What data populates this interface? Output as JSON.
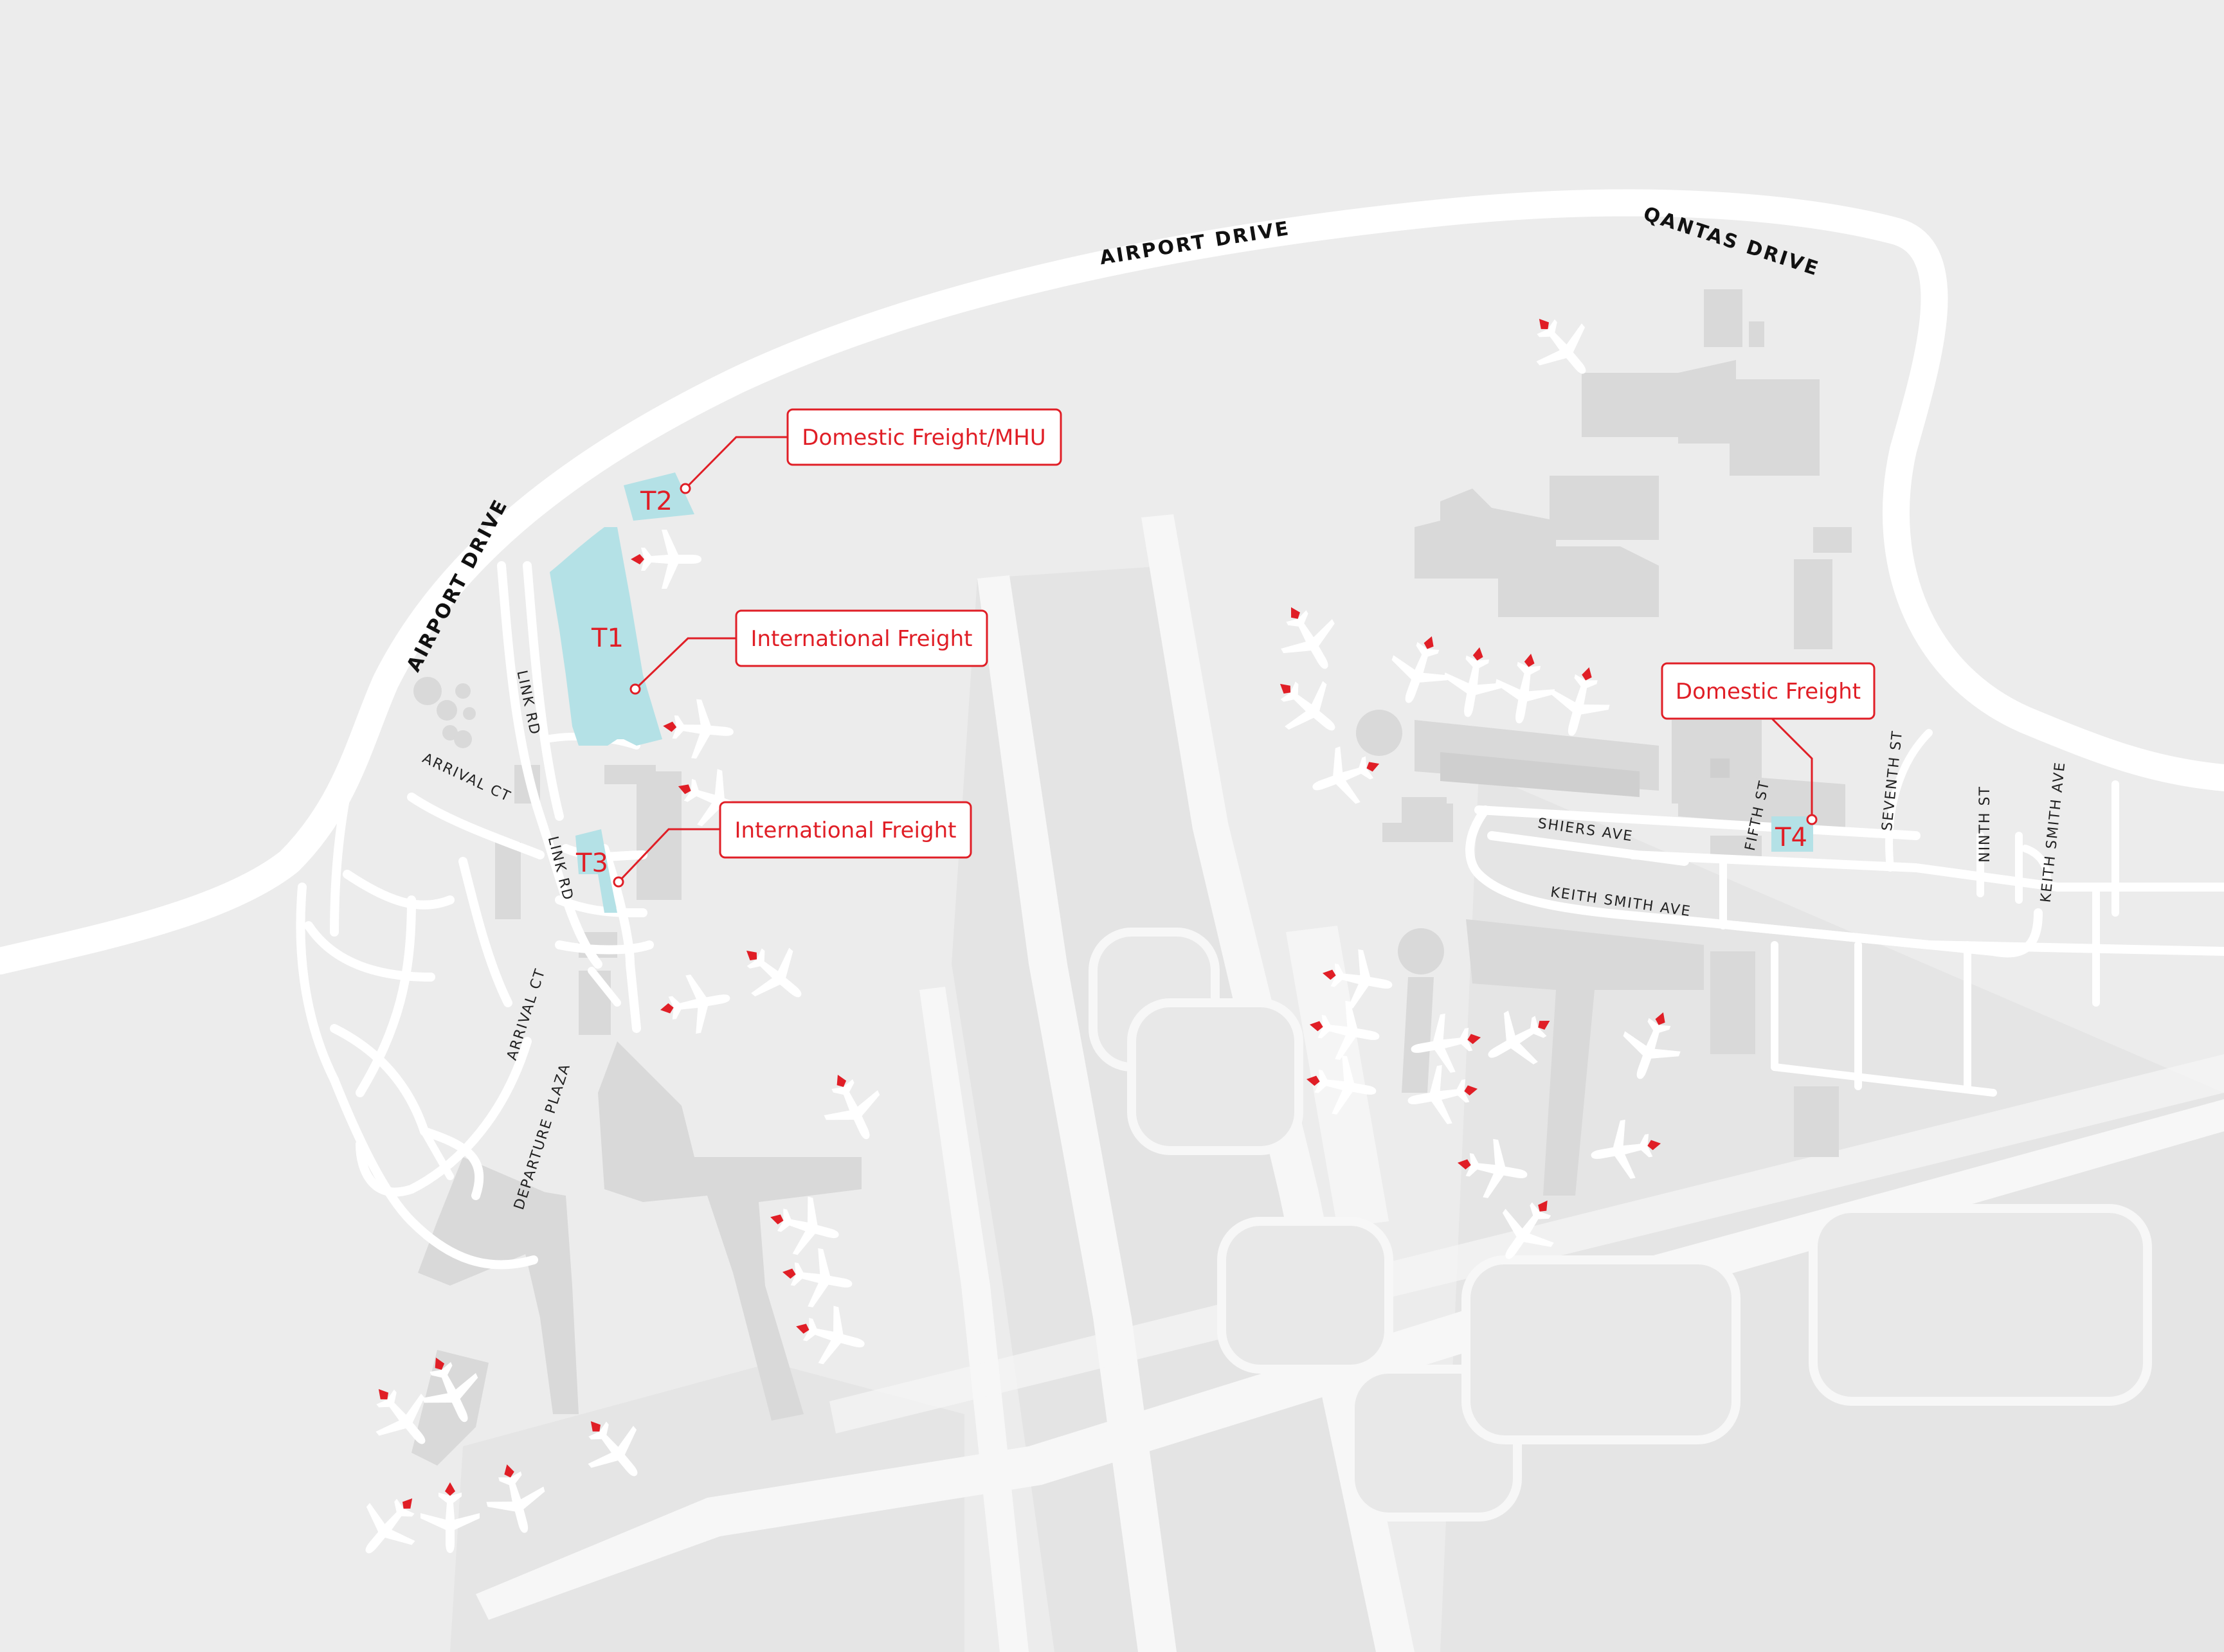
{
  "map": {
    "background_color": "#ececec",
    "accent_color": "#e01e26",
    "terminal_color": "#b4e1e6",
    "roads": [
      {
        "id": "airport-drive-north",
        "label": "AIRPORT DRIVE"
      },
      {
        "id": "airport-drive-west",
        "label": "AIRPORT DRIVE"
      },
      {
        "id": "qantas-drive",
        "label": "QANTAS DRIVE"
      }
    ],
    "streets": [
      {
        "id": "link-rd-1",
        "label": "LINK RD"
      },
      {
        "id": "link-rd-2",
        "label": "LINK RD"
      },
      {
        "id": "arrival-ct-1",
        "label": "ARRIVAL CT"
      },
      {
        "id": "arrival-ct-2",
        "label": "ARRIVAL CT"
      },
      {
        "id": "departure-plaza",
        "label": "DEPARTURE PLAZA"
      },
      {
        "id": "shiers-ave",
        "label": "SHIERS AVE"
      },
      {
        "id": "keith-smith-ave",
        "label": "KEITH SMITH AVE"
      },
      {
        "id": "fifth-st",
        "label": "FIFTH ST"
      },
      {
        "id": "seventh-st",
        "label": "SEVENTH ST"
      },
      {
        "id": "ninth-st",
        "label": "NINTH ST"
      },
      {
        "id": "keith-smith-ave-2",
        "label": "KEITH SMITH AVE"
      }
    ],
    "terminals": [
      {
        "id": "t1",
        "label": "T1"
      },
      {
        "id": "t2",
        "label": "T2"
      },
      {
        "id": "t3",
        "label": "T3"
      },
      {
        "id": "t4",
        "label": "T4"
      }
    ],
    "callouts": [
      {
        "id": "domestic-freight-mhu",
        "label": "Domestic Freight/MHU",
        "terminal": "T2"
      },
      {
        "id": "international-freight-t1",
        "label": "International Freight",
        "terminal": "T1"
      },
      {
        "id": "international-freight-t3",
        "label": "International Freight",
        "terminal": "T3"
      },
      {
        "id": "domestic-freight-t4",
        "label": "Domestic Freight",
        "terminal": "T4"
      }
    ]
  }
}
